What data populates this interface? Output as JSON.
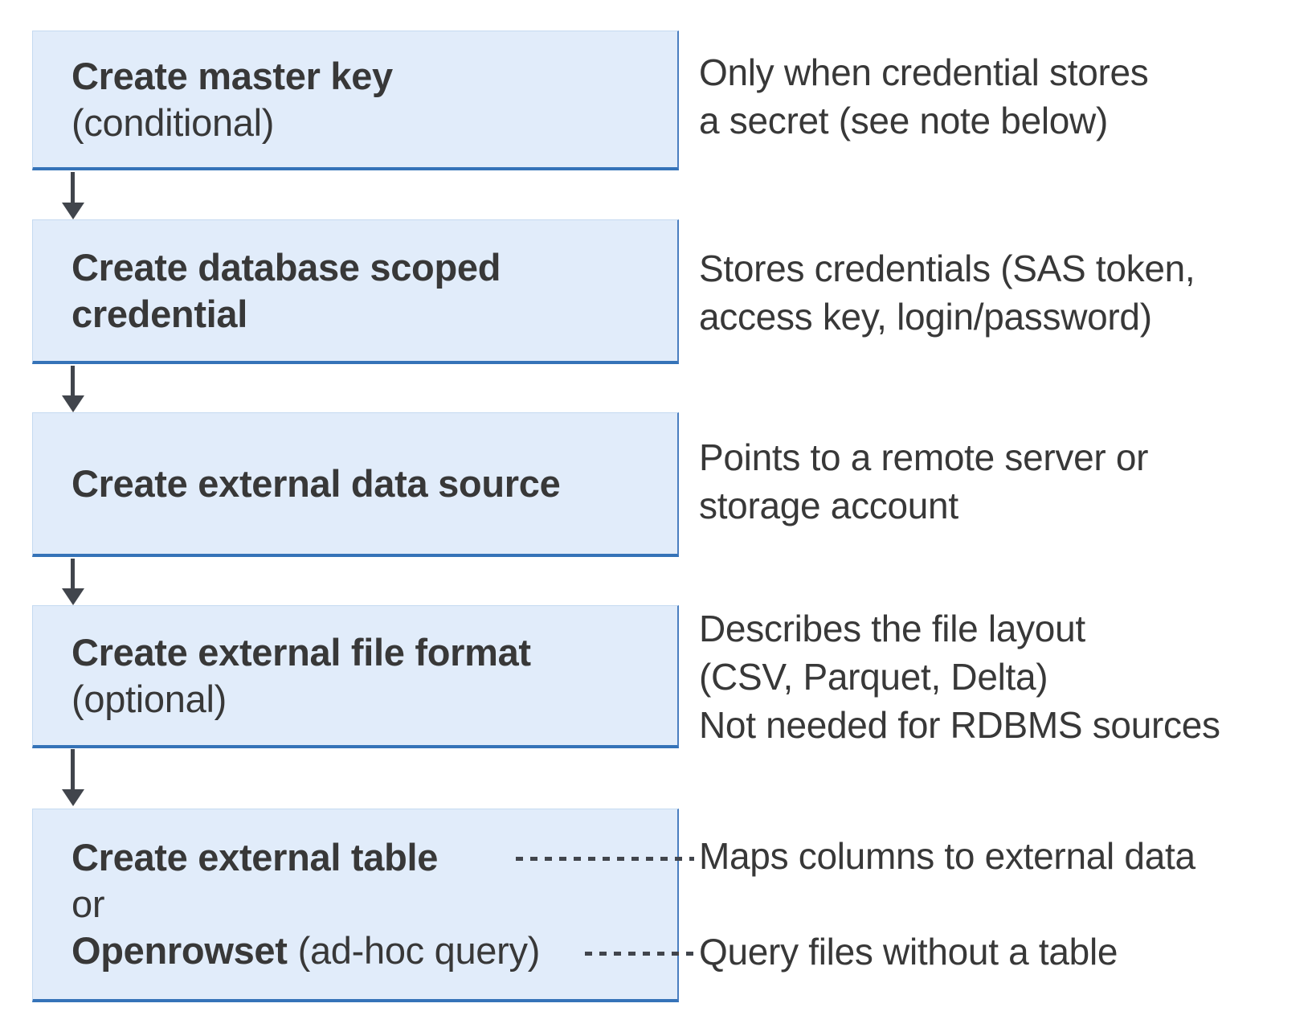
{
  "theme": {
    "page_bg": "#ffffff",
    "box_fill": "#e1ecfa",
    "box_border_light": "#c5daf1",
    "box_border_right": "#4a7ec0",
    "box_border_bottom": "#3573b8",
    "arrow_color": "#41454c",
    "text_color": "#383838"
  },
  "steps": [
    {
      "box": {
        "bold_line": "Create master key",
        "plain_line": "(conditional)"
      },
      "note": [
        "Only when credential stores",
        "a secret (see note below)"
      ]
    },
    {
      "box": {
        "bold_line": "Create database scoped",
        "bold_line2": "credential"
      },
      "note": [
        "Stores credentials (SAS token,",
        "access key, login/password)"
      ]
    },
    {
      "box": {
        "bold_line": "Create external data source"
      },
      "note": [
        "Points to a remote server or",
        "storage account"
      ]
    },
    {
      "box": {
        "bold_line": "Create external file format",
        "plain_line": "(optional)"
      },
      "note": [
        "Describes the file layout",
        "(CSV, Parquet, Delta)",
        "Not needed for RDBMS sources"
      ]
    },
    {
      "box": {
        "bold_line": "Create external table",
        "plain_line": "or",
        "bold_inline": "Openrowset",
        "plain_inline": "(ad-hoc query)"
      },
      "note": [
        "Maps columns to external data",
        "Query files without a table"
      ]
    }
  ]
}
